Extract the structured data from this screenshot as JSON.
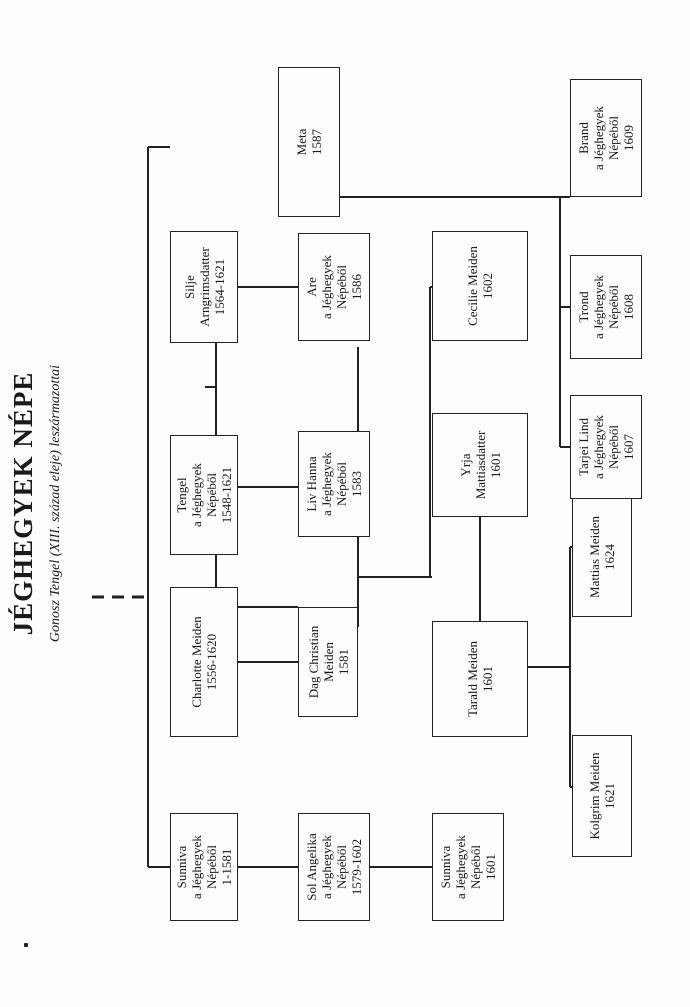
{
  "title": "JÉGHEGYEK NÉPE",
  "subtitle": "Gonosz Tengel (XIII. század eleje) leszármazottai",
  "people": {
    "sunniva1": "Sunniva\na Jéghegyek\nNépéből\n1-1581",
    "charlotte": "Charlotte Meiden\n1556-1620",
    "tengel": "Tengel\na Jéghegyek\nNépéből\n1548-1621",
    "silje": "Silje\nArngrimsdatter\n1564-1621",
    "sol": "Sol Angelika\na Jéghegyek\nNépéből\n1579-1602",
    "dag": "Dag Christian\nMeiden\n1581",
    "liv": "Liv Hanna\na Jéghegyek\nNépéből\n1583",
    "are": "Are\na Jéghegyek\nNépéből\n1586",
    "meta": "Meta\n1587",
    "sunniva2": "Sunniva\na Jéghegyek\nNépéből\n1601",
    "tarald": "Tarald Meiden\n1601",
    "yrja": "Yrja\nMattiasdatter\n1601",
    "cecilie": "Cecilie Meiden\n1602",
    "kolgrim": "Kolgrim Meiden\n1621",
    "mattias": "Mattias Meiden\n1624",
    "tarjei": "Tarjei Lind\na Jéghegyek\nNépéből\n1607",
    "trond": "Trond\na Jéghegyek\nNépéből\n1608",
    "brand": "Brand\na Jéghegyek\nNépéből\n1609"
  }
}
